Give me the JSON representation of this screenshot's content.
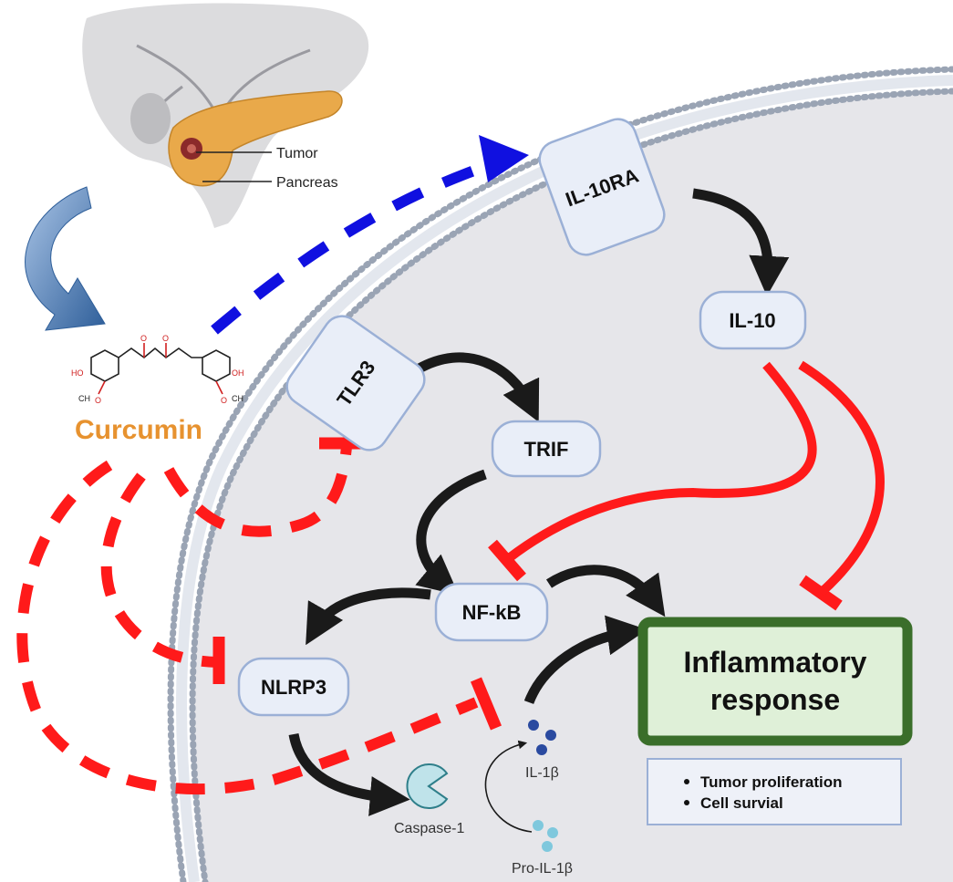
{
  "organ": {
    "tumor_label": "Tumor",
    "pancreas_label": "Pancreas"
  },
  "drug": {
    "name": "Curcumin",
    "structure_labels": [
      "HO",
      "O",
      "O",
      "OH",
      "O",
      "O",
      "CH",
      "CH"
    ],
    "name_color": "#e7922f"
  },
  "receptors": {
    "il10ra": "IL-10RA",
    "tlr3": "TLR3"
  },
  "nodes": {
    "il10": "IL-10",
    "trif": "TRIF",
    "nfkb": "NF-kB",
    "nlrp3": "NLRP3"
  },
  "outcome": {
    "line1": "Inflammatory",
    "line2": "response",
    "effects": [
      "Tumor proliferation",
      "Cell survial"
    ]
  },
  "molecules": {
    "caspase": "Caspase-1",
    "il1b": "IL-1β",
    "pro_il1b": "Pro-IL-1β"
  },
  "colors": {
    "activation": "#1a1a1a",
    "inhibition": "#ff1a1a",
    "curcumin_activation": "#1010e0",
    "node_fill": "#e9eef8",
    "node_stroke": "#9bb0d6",
    "outcome_fill": "#dff0d8",
    "outcome_stroke": "#3a6e2a",
    "cell_fill": "#e6e6ea",
    "membrane": "#9aa4b4"
  }
}
